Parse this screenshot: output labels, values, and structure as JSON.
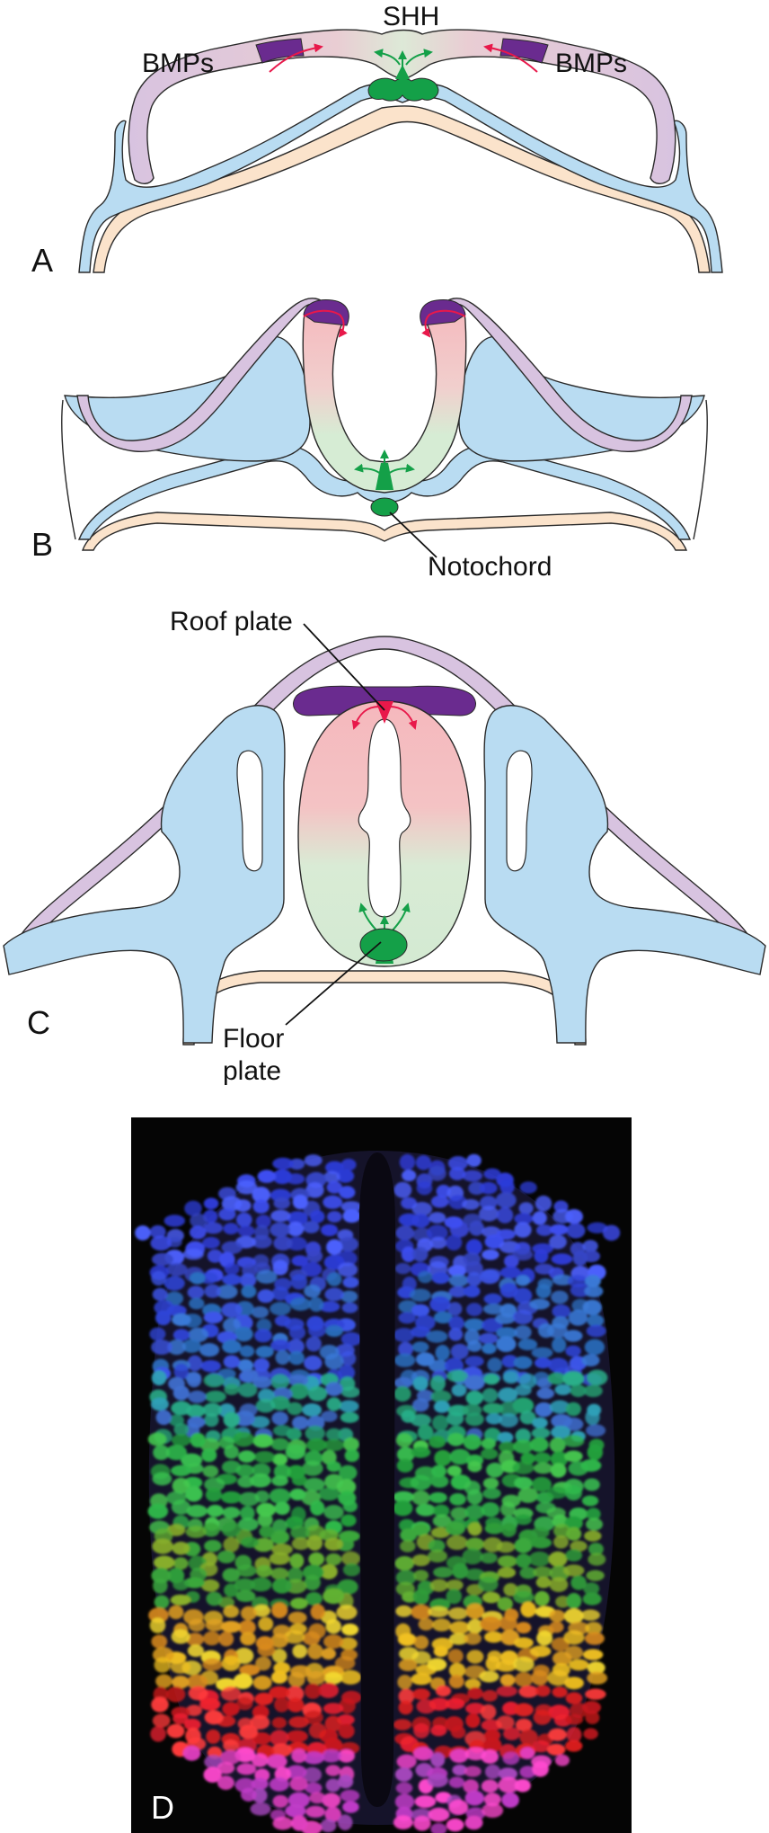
{
  "panel_a": {
    "letter": "A",
    "label_shh": "SHH",
    "label_bmps_left": "BMPs",
    "label_bmps_right": "BMPs"
  },
  "panel_b": {
    "letter": "B",
    "label_notochord": "Notochord"
  },
  "panel_c": {
    "letter": "C",
    "label_roof_plate": "Roof plate",
    "label_floor_plate_line1": "Floor",
    "label_floor_plate_line2": "plate"
  },
  "panel_d": {
    "letter": "D"
  },
  "colors": {
    "ectoderm": "#d8c3e0",
    "mesoderm": "#b9dcf2",
    "endoderm": "#fbe3cb",
    "bmp": "#6a2b8f",
    "shh": "#14a048",
    "dorsal_neural": "#f5b8bd",
    "ventral_neural": "#d6ecd4",
    "arrow_red": "#e8184a",
    "arrow_green": "#14a048",
    "outline": "#2a2a2a"
  }
}
